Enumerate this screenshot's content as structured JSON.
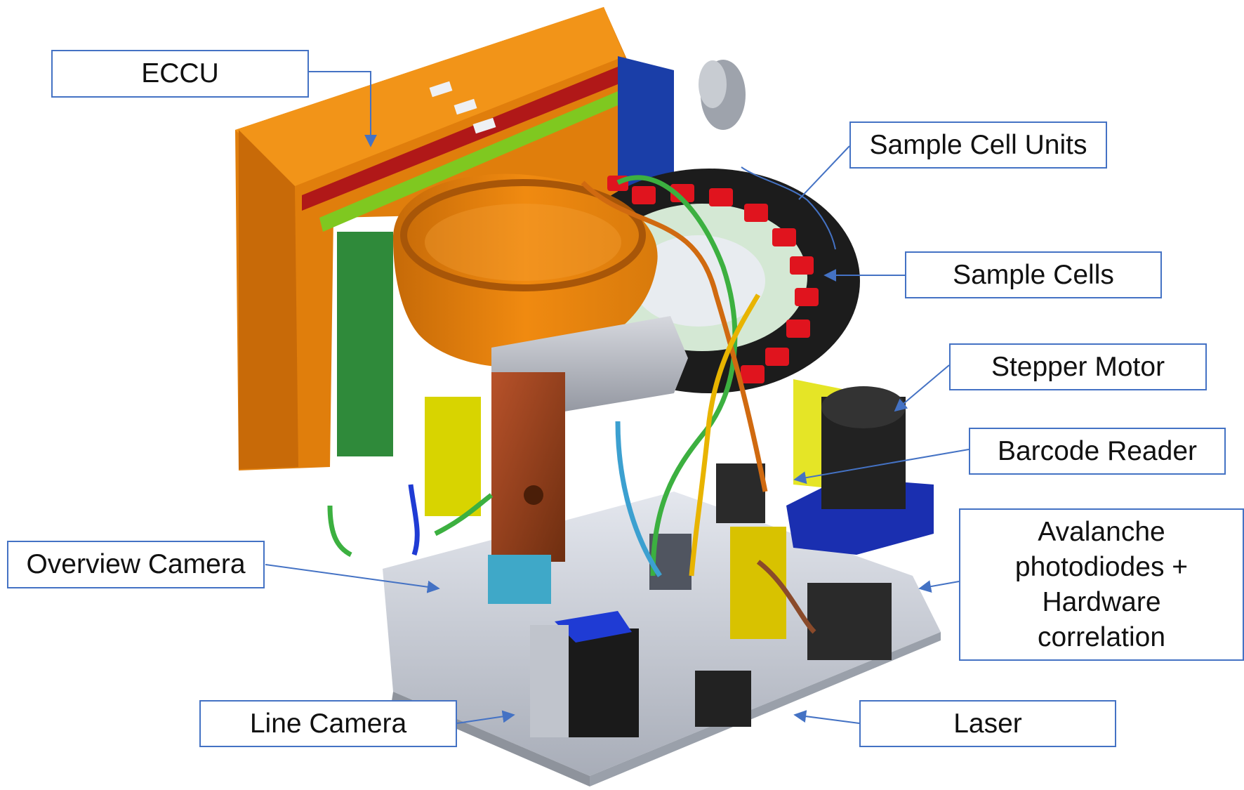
{
  "labels": {
    "eccu": "ECCU",
    "sample_cell_units": "Sample Cell Units",
    "sample_cells": "Sample Cells",
    "stepper_motor": "Stepper Motor",
    "barcode_reader": "Barcode Reader",
    "avalanche": [
      "Avalanche",
      "photodiodes +",
      "Hardware",
      "correlation"
    ],
    "overview_camera": "Overview Camera",
    "line_camera": "Line Camera",
    "laser": "Laser"
  },
  "colors": {
    "label_border": "#4472c4",
    "leader_line": "#4472c4",
    "eccu_orange": "#f08a10",
    "aluminium": "#c8ccd4",
    "sample_cell_red": "#e0141e",
    "motor_blue": "#1a2fb0",
    "bracket_yellow": "#d8d400",
    "cable_green": "#3cb040",
    "cable_orange": "#d06a10",
    "cable_yellow": "#e8b400",
    "cable_blue": "#3ca0d0"
  }
}
